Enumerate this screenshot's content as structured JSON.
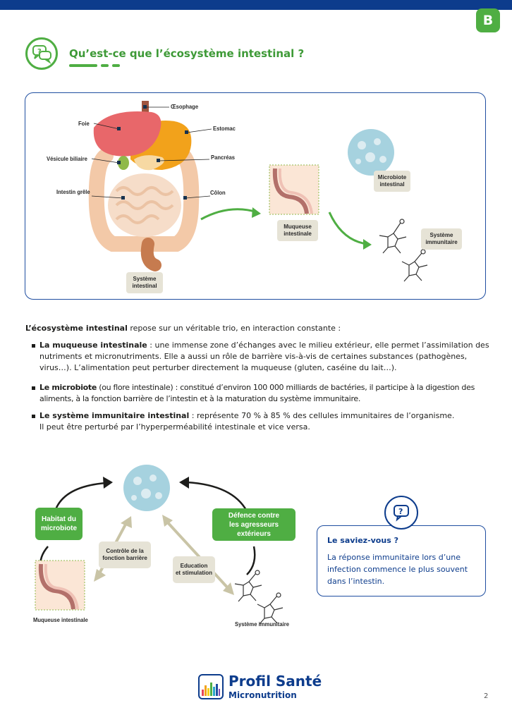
{
  "header": {
    "badge": "B",
    "title": "Qu’est-ce que l’écosystème intestinal ?"
  },
  "anatomy": {
    "labels": {
      "oesophage": "Œsophage",
      "foie": "Foie",
      "estomac": "Estomac",
      "vesicule": "Vésicule biliaire",
      "pancreas": "Pancréas",
      "intestin": "Intestin grêle",
      "colon": "Côlon"
    },
    "tags": {
      "systeme_intestinal": [
        "Système",
        "intestinal"
      ],
      "muqueuse": [
        "Muqueuse",
        "intestinale"
      ],
      "microbiote": [
        "Microbiote",
        "intestinal"
      ],
      "immunitaire": [
        "Système",
        "immunitaire"
      ]
    }
  },
  "intro": {
    "bold": "L’écosystème intestinal",
    "rest": " repose sur un véritable trio, en interaction constante :"
  },
  "bullets": [
    {
      "bold": "La muqueuse intestinale",
      "lines": [
        " : une immense zone d’échanges avec le milieu extérieur, elle permet l’assimilation des",
        "nutriments et micronutriments. Elle a aussi un rôle de barrière vis-à-vis de certaines substances (pathogènes,",
        "virus…). L’alimentation peut perturber directement la muqueuse (gluten, caséine du lait…)."
      ]
    },
    {
      "bold": "Le microbiote",
      "lines": [
        " (ou flore intestinale) : constitué d’environ 100 000 milliards de bactéries, il participe à la digestion des",
        "aliments, à la fonction barrière de l’intestin et à la maturation du système immunitaire."
      ]
    },
    {
      "bold": "Le système immunitaire intestinal",
      "lines": [
        " : représente 70 % à 85 % des cellules immunitaires de l’organisme.",
        "Il peut être perturbé par l’hyperperméabilité intestinale et vice versa."
      ]
    }
  ],
  "cycle": {
    "habitat": [
      "Habitat du",
      "microbiote"
    ],
    "defence": [
      "Défence contre",
      "les agresseurs extérieurs"
    ],
    "controle": [
      "Contrôle de la",
      "fonction barrière"
    ],
    "education": [
      "Education",
      "et stimulation"
    ],
    "muqueuse_label": "Muqueuse intestinale",
    "immunitaire_label": "Système immunitaire"
  },
  "saviez": {
    "title": "Le saviez-vous ?",
    "lines": [
      "La réponse immunitaire lors d’une",
      "infection commence le plus souvent",
      "dans l’intestin."
    ]
  },
  "footer": {
    "brand": "Profil Santé",
    "sub": "Micronutrition",
    "page": "2"
  },
  "colors": {
    "blue": "#0d3c8c",
    "green": "#4fae43",
    "beige": "#e6e3d6"
  }
}
